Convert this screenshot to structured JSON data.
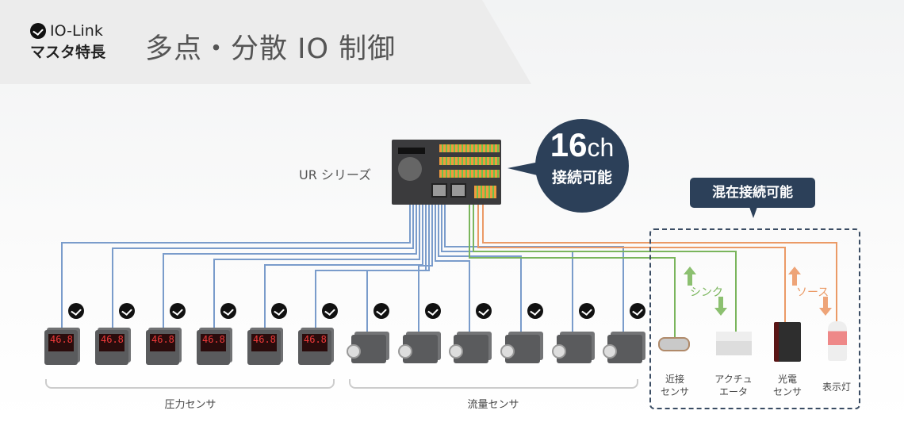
{
  "header": {
    "brand_name": "IO-Link",
    "brand_sub": "マスタ特長",
    "title": "多点・分散 IO 制御"
  },
  "device": {
    "label": "UR シリーズ"
  },
  "callout": {
    "count": "16",
    "unit": "ch",
    "text": "接続可能"
  },
  "mixed": {
    "label": "混在接続可能",
    "sink": "シンク",
    "source": "ソース"
  },
  "groups": {
    "pressure": "圧力センサ",
    "flow": "流量センサ"
  },
  "pressure_display": "46.8",
  "mixed_devices": [
    {
      "l1": "近接",
      "l2": "センサ"
    },
    {
      "l1": "アクチュ",
      "l2": "エータ"
    },
    {
      "l1": "光電",
      "l2": "センサ"
    },
    {
      "l1": "表示灯",
      "l2": ""
    }
  ],
  "colors": {
    "io_link": "#7a9ccb",
    "sink": "#7ab55c",
    "source": "#eb9a66",
    "navy": "#2c4059"
  }
}
